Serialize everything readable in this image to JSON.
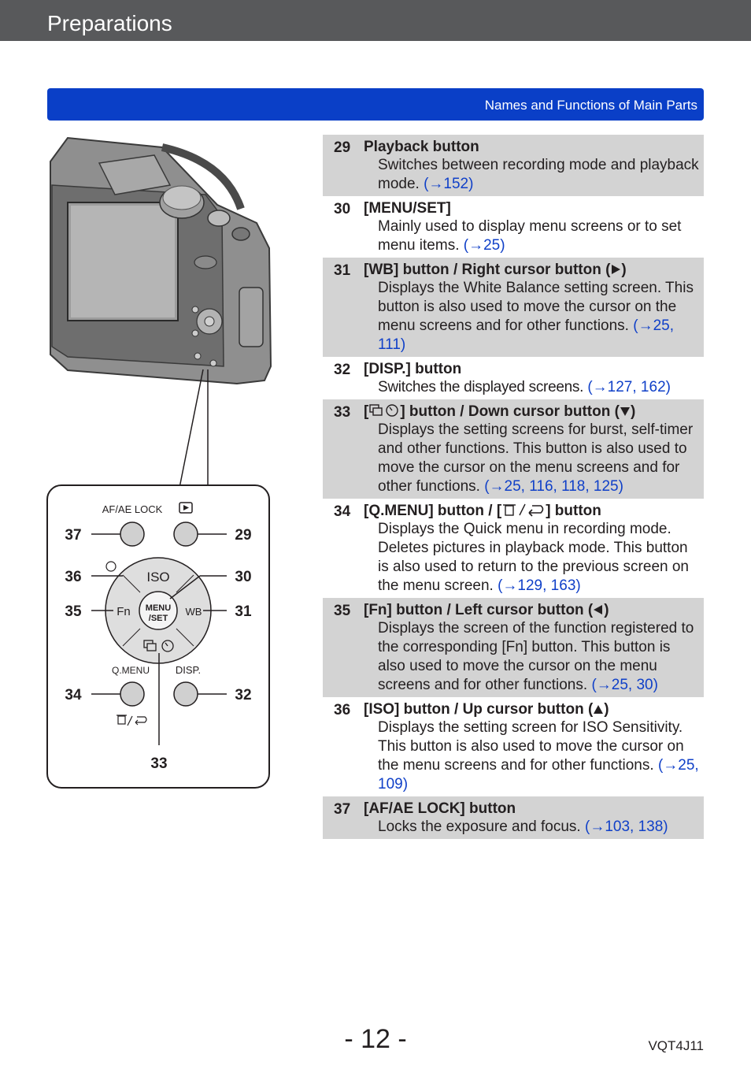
{
  "header": {
    "title": "Preparations"
  },
  "section": {
    "label": "Names and Functions of Main Parts"
  },
  "diagram": {
    "labels": {
      "af_ae_lock": "AF/AE LOCK",
      "iso": "ISO",
      "fn": "Fn",
      "wb": "WB",
      "menu": "MENU",
      "set": "/SET",
      "qmenu": "Q.MENU",
      "disp": "DISP."
    },
    "callouts": [
      "37",
      "29",
      "36",
      "30",
      "35",
      "31",
      "34",
      "32",
      "33"
    ]
  },
  "entries": [
    {
      "num": "29",
      "head": "Playback button",
      "desc": "Switches between recording mode and playback mode.",
      "ref": "(→152)"
    },
    {
      "num": "30",
      "head": "[MENU/SET]",
      "desc": "Mainly used to display menu screens or to set menu items.",
      "ref": "(→25)"
    },
    {
      "num": "31",
      "head_a": "[WB] button / Right cursor button (",
      "head_b": ")",
      "desc": "Displays the White Balance setting screen. This button is also used to move the cursor on the menu screens and for other functions.",
      "ref": "(→25, 111)"
    },
    {
      "num": "32",
      "head": "[DISP.] button",
      "desc": "Switches the displayed screens.",
      "ref": "(→127, 162)"
    },
    {
      "num": "33",
      "head_a": "[",
      "head_b": "] button / Down cursor button (",
      "head_c": ")",
      "desc": "Displays the setting screens for burst, self-timer and other functions. This button is also used to move the cursor on the menu screens and for other functions.",
      "ref": "(→25, 116, 118, 125)"
    },
    {
      "num": "34",
      "head_a": "[Q.MENU] button / [",
      "head_b": "] button",
      "desc": "Displays the Quick menu in recording mode. Deletes pictures in playback mode. This button is also used to return to the previous screen on the menu screen.",
      "ref": "(→129, 163)"
    },
    {
      "num": "35",
      "head_a": "[Fn] button / Left cursor button (",
      "head_b": ")",
      "desc": "Displays the screen of the function registered to the corresponding [Fn] button. This button is also used to move the cursor on the menu screens and for other functions.",
      "ref": "(→25, 30)"
    },
    {
      "num": "36",
      "head_a": "[ISO] button / Up cursor button (",
      "head_b": ")",
      "desc": "Displays the setting screen for ISO Sensitivity. This button is also used to move the cursor on the menu screens and for other functions.",
      "ref": "(→25, 109)"
    },
    {
      "num": "37",
      "head": "[AF/AE LOCK] button",
      "desc": "Locks the exposure and focus.",
      "ref": "(→103, 138)"
    }
  ],
  "footer": {
    "page": "- 12 -",
    "code": "VQT4J11"
  },
  "colors": {
    "header_bg": "#58595b",
    "section_bg": "#0a3fc7",
    "row_shade": "#d3d3d3",
    "link": "#1040c8"
  }
}
